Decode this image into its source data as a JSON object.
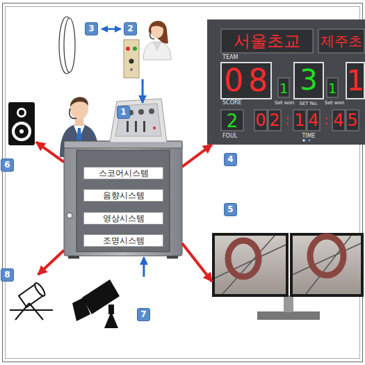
{
  "diagram": {
    "nodes": [
      {
        "text": [
          "3"
        ]
      },
      {
        "text": [
          "2"
        ]
      },
      {
        "text": [
          "1"
        ]
      },
      {
        "text": [
          "스코어시스템"
        ],
        "in": 2
      },
      {
        "text": [
          "음향시스템"
        ],
        "in": 2
      },
      {
        "text": [
          "영상시스템"
        ],
        "in": 2
      },
      {
        "text": [
          "조명시스템"
        ],
        "in": 2
      },
      {
        "text": [
          "4"
        ]
      },
      {
        "text": [
          "5"
        ]
      },
      {
        "text": [
          "6"
        ]
      },
      {
        "text": [
          "7"
        ]
      },
      {
        "text": [
          "8"
        ]
      }
    ],
    "edges": [
      {
        "from": 0,
        "to": 1,
        "arrow": "both"
      },
      {
        "from": 1,
        "to": 2,
        "arrow": "to"
      },
      {
        "from": 2,
        "to": 9,
        "arrow": "to"
      },
      {
        "from": 2,
        "to": 7,
        "arrow": "to"
      },
      {
        "from": 2,
        "to": 8,
        "arrow": "to"
      },
      {
        "from": 2,
        "to": 11,
        "arrow": "to"
      },
      {
        "from": 10,
        "to": 2,
        "arrow": "to"
      }
    ],
    "labels": [
      "서울초교",
      "제주초",
      "TEAM",
      "0",
      "8",
      "SCORE",
      "1",
      "Set won",
      "3",
      "SET No.",
      "1",
      "Set won",
      "1",
      "2",
      "FOUL",
      "0",
      "2",
      ":",
      "1",
      "4",
      ":",
      "4",
      "5",
      "TIME"
    ]
  }
}
